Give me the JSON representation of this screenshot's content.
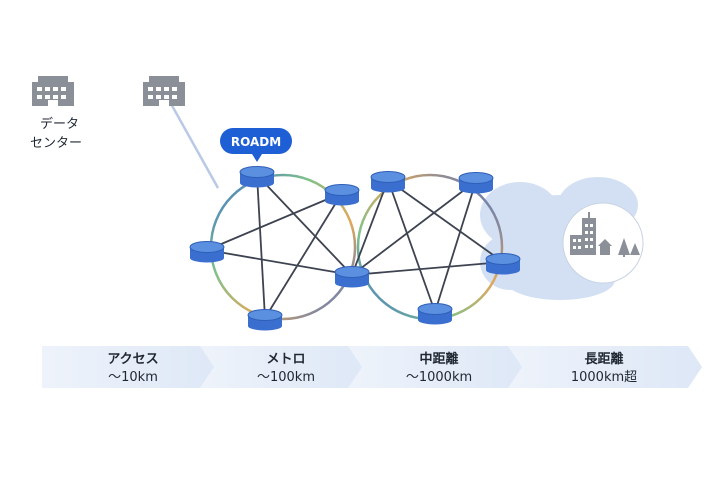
{
  "datacenter": {
    "label_line1": "データ",
    "label_line2": "センター"
  },
  "roadm": {
    "label": "ROADM"
  },
  "stages": [
    {
      "title": "アクセス",
      "range": "～10km"
    },
    {
      "title": "メトロ",
      "range": "～100km"
    },
    {
      "title": "中距離",
      "range": "～1000km"
    },
    {
      "title": "長距離",
      "range": "1000km超"
    }
  ],
  "colors": {
    "node_top": "#5b8fe0",
    "node_side": "#3a6fd0",
    "badge": "#1f5fd6",
    "building": "#8a8f98",
    "cloud": "#d3e0f4",
    "chevron": "#e6eef9",
    "ring_blue": "#3b6fd2",
    "ring_green": "#7fc18a",
    "ring_orange": "#e0a85a",
    "chord": "#3d4350"
  }
}
